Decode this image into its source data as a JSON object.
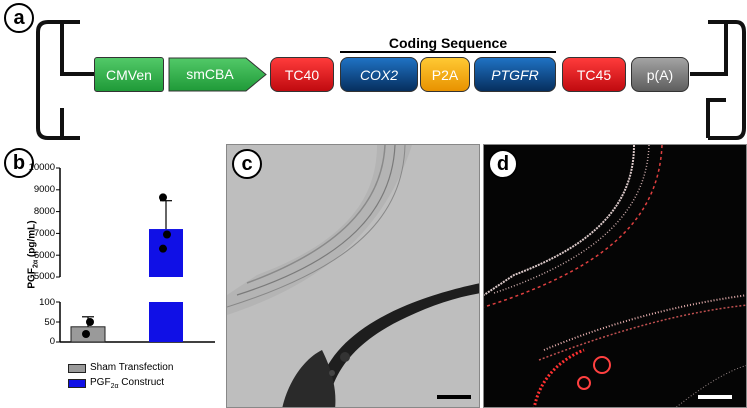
{
  "panels": {
    "a": "a",
    "b": "b",
    "c": "c",
    "d": "d"
  },
  "construct": {
    "coding_label": "Coding Sequence",
    "segments": [
      {
        "label": "CMVen",
        "color": "#2fb24a"
      },
      {
        "label": "smCBA",
        "color": "#2fb24a"
      },
      {
        "label": "TC40",
        "color": "#e3141b"
      },
      {
        "label": "COX2",
        "color": "#0b4a8b"
      },
      {
        "label": "P2A",
        "color": "#f5a800"
      },
      {
        "label": "PTGFR",
        "color": "#0b4a8b"
      },
      {
        "label": "TC45",
        "color": "#e3141b"
      },
      {
        "label": "p(A)",
        "color": "#7a7a7a"
      }
    ]
  },
  "chart_data": {
    "type": "bar",
    "categories": [
      "Sham Transfection",
      "PGF2α Construct"
    ],
    "values": [
      38,
      7200
    ],
    "errors": [
      25,
      1300
    ],
    "points": [
      [
        50,
        20
      ],
      [
        8650,
        6950,
        6300
      ]
    ],
    "ylabel_main": "PGF",
    "ylabel_sub": "2α",
    "ylabel_unit": " (pg/mL)",
    "upper_ticks": [
      "10000",
      "9000",
      "8000",
      "7000",
      "6000",
      "5000"
    ],
    "lower_ticks": [
      "100",
      "50",
      "0"
    ],
    "colors": [
      "#9a9a9a",
      "#1010e6"
    ]
  },
  "legend": {
    "sham": "Sham Transfection",
    "construct_main": "PGF",
    "construct_sub": "2α",
    "construct_rest": " Construct"
  }
}
